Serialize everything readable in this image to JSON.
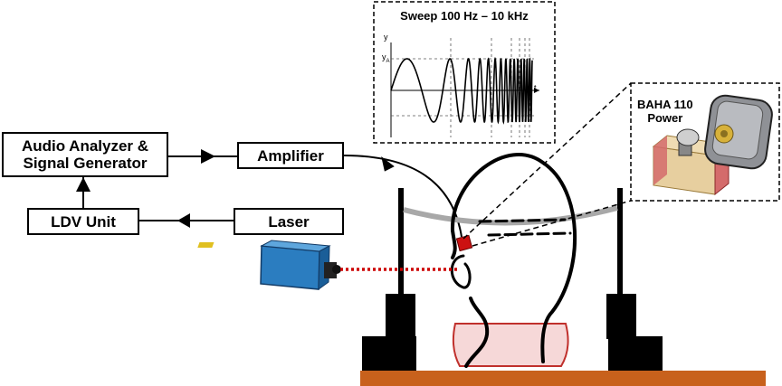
{
  "blocks": {
    "analyzer": "Audio Analyzer &\nSignal Generator",
    "amplifier": "Amplifier",
    "ldv": "LDV Unit",
    "laser": "Laser"
  },
  "sweep": {
    "title": "Sweep 100 Hz – 10 kHz",
    "y_axis": "y",
    "amplitude": "y",
    "amplitude_sub": "A",
    "t_axis": "t"
  },
  "device": {
    "name": "BAHA 110\nPower"
  },
  "colors": {
    "laser_beam": "#cc0000",
    "base": "#c8611c",
    "neck_support": "#f6d8d8",
    "neck_outline": "#c0302c",
    "headband": "#a8a8a8",
    "laser_body": "#2b7dc0",
    "transducer": "#cc1111"
  }
}
